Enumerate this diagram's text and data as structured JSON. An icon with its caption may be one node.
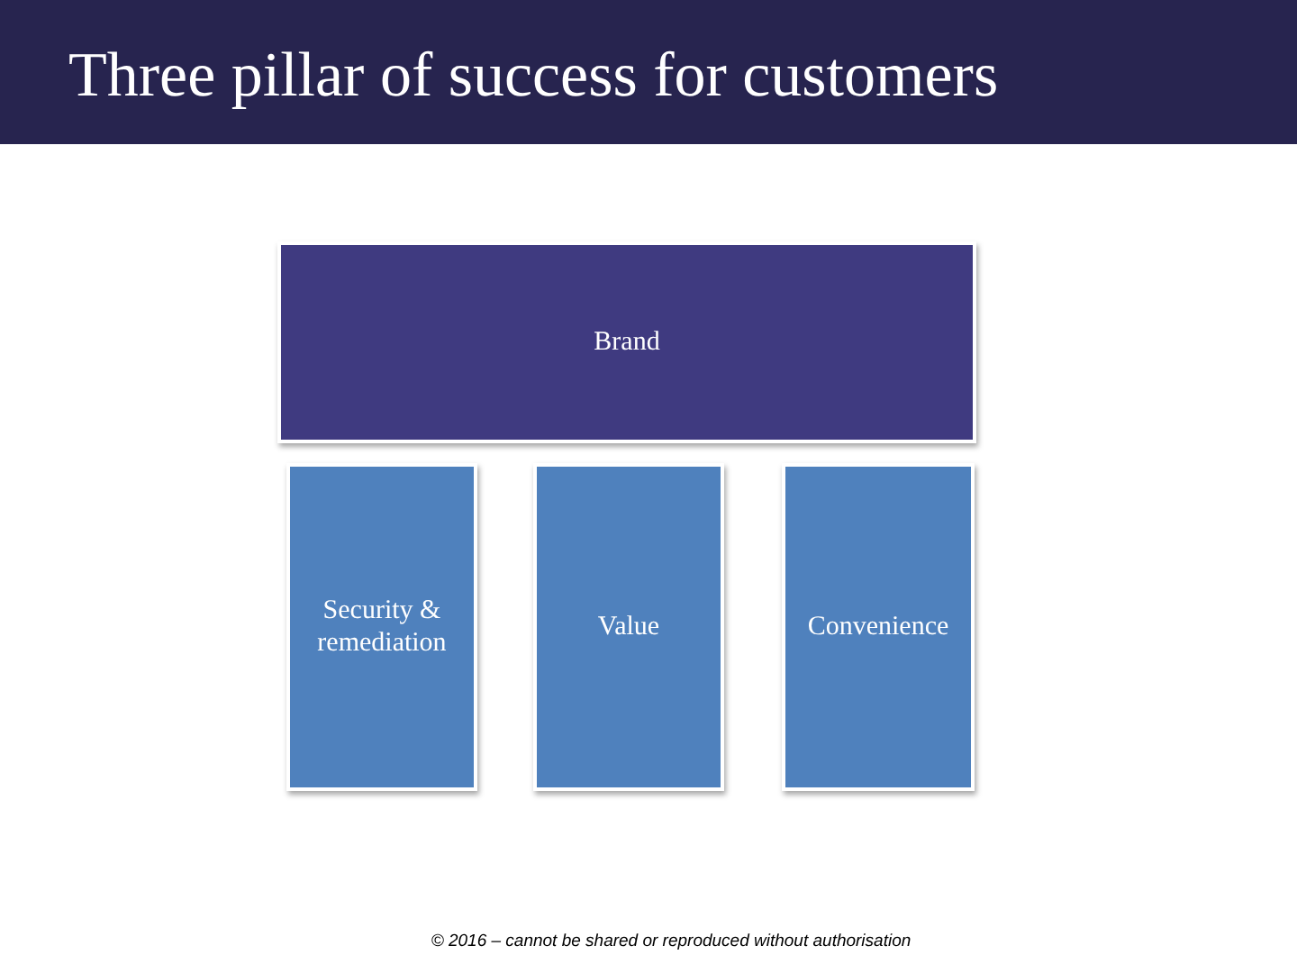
{
  "diagram": {
    "title": "Three pillar of success for customers",
    "nodes": [
      {
        "text": [
          "Brand"
        ]
      },
      {
        "text": [
          "Security & remediation"
        ]
      },
      {
        "text": [
          "Value"
        ]
      },
      {
        "text": [
          "Convenience"
        ]
      }
    ],
    "labels": [
      "© 2016 – cannot be shared or reproduced without authorisation"
    ]
  }
}
